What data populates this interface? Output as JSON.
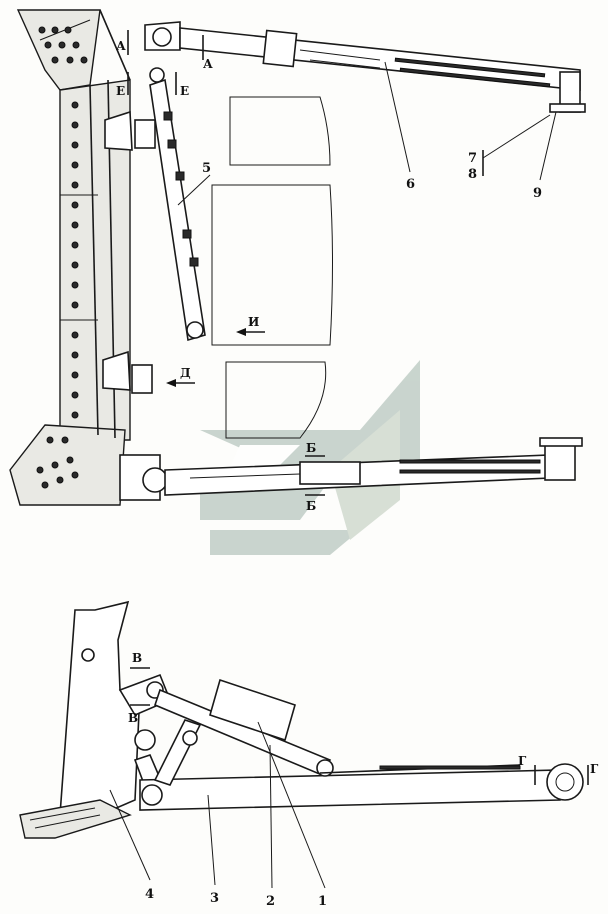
{
  "watermark": {
    "color": "#8aa39a",
    "accent": "#b9c7b7"
  },
  "section_marks": {
    "A": "А",
    "E": "Е",
    "B_sec": "Б",
    "D": "Д",
    "I": "И",
    "V": "В",
    "G": "Г"
  },
  "callouts": {
    "c1": "1",
    "c2": "2",
    "c3": "3",
    "c4": "4",
    "c5": "5",
    "c6": "6",
    "c78": "7\n8",
    "c7": "7",
    "c8": "8",
    "c9": "9"
  }
}
